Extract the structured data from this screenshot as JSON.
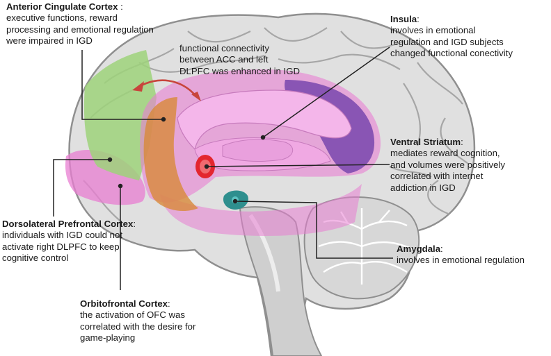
{
  "colors": {
    "brain_outline": "#8f8f8f",
    "brain_fill": "#dddddd",
    "gyri_lines": "#a9a9a9",
    "acc_region": "#e87ed2",
    "dlpfc_region": "#9ed27a",
    "orange_region": "#d88a3a",
    "insula_region": "#6a3aa8",
    "striatum": "#e3262f",
    "amygdala": "#2e8f8e",
    "arrow": "#c8453c",
    "leader_lines": "#222222"
  },
  "annotations": {
    "acc": {
      "title": "Anterior Cingulate Cortex",
      "title_suffix": " :",
      "body": "executive functions, reward\nprocessing and emotional regulation\nwere impaired in IGD"
    },
    "connectivity": {
      "body": "functional connectivity\nbetween ACC and left\nDLPFC was enhanced in IGD"
    },
    "insula": {
      "title": "Insula",
      "title_suffix": ":",
      "body": "involves in  emotional\nregulation and IGD subjects\nchanged functional conectivity"
    },
    "ventral_striatum": {
      "title": "Ventral Striatum",
      "title_suffix": ":",
      "body": "mediates reward cognition,\nand volumes were positively\ncorrelated with internet\naddiction in IGD"
    },
    "dlpfc": {
      "title": "Dorsolateral Prefrontal Cortex",
      "title_suffix": ":",
      "body": "individuals with IGD could not\nactivate right DLPFC to keep\ncognitive control"
    },
    "amygdala": {
      "title": "Amygdala",
      "title_suffix": ":",
      "body": "involves in emotional regulation"
    },
    "ofc": {
      "title": "Orbitofrontal Cortex",
      "title_suffix": ":",
      "body": "the activation of OFC was\ncorrelated with the desire for\ngame-playing"
    }
  }
}
